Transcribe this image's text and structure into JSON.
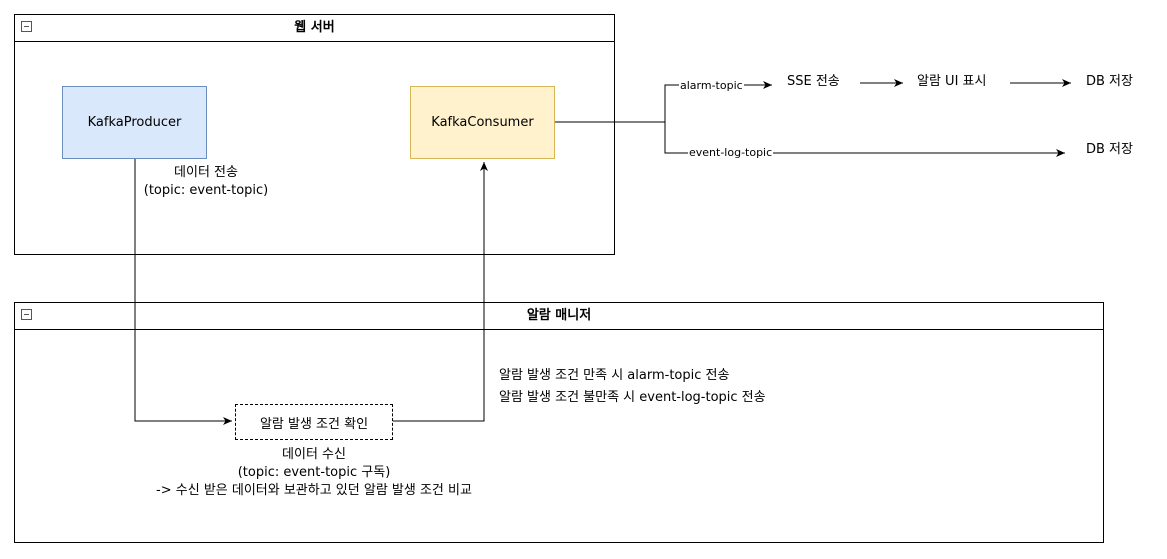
{
  "web_server": {
    "title": "웹 서버",
    "producer_label": "KafkaProducer",
    "consumer_label": "KafkaConsumer",
    "send_caption_line1": "데이터 전송",
    "send_caption_line2": "(topic: event-topic)"
  },
  "alarm_manager": {
    "title": "알람 매니저",
    "check_label": "알람 발생 조건 확인",
    "receive_line1": "데이터 수신",
    "receive_line2": "(topic: event-topic 구독)",
    "receive_line3": "-> 수신 받은 데이터와 보관하고 있던 알람 발생 조건 비교",
    "condition_line1": "알람 발생 조건 만족 시 alarm-topic 전송",
    "condition_line2": "알람 발생 조건 불만족 시 event-log-topic 전송"
  },
  "flows": {
    "alarm_topic": "alarm-topic",
    "event_log_topic": "event-log-topic",
    "sse_send": "SSE 전송",
    "alarm_ui": "알람 UI 표시",
    "db_save_1": "DB 저장",
    "db_save_2": "DB 저장"
  },
  "colors": {
    "producer_fill": "#dae8fc",
    "producer_stroke": "#6c8ebf",
    "consumer_fill": "#fff2cc",
    "consumer_stroke": "#d6b656"
  }
}
